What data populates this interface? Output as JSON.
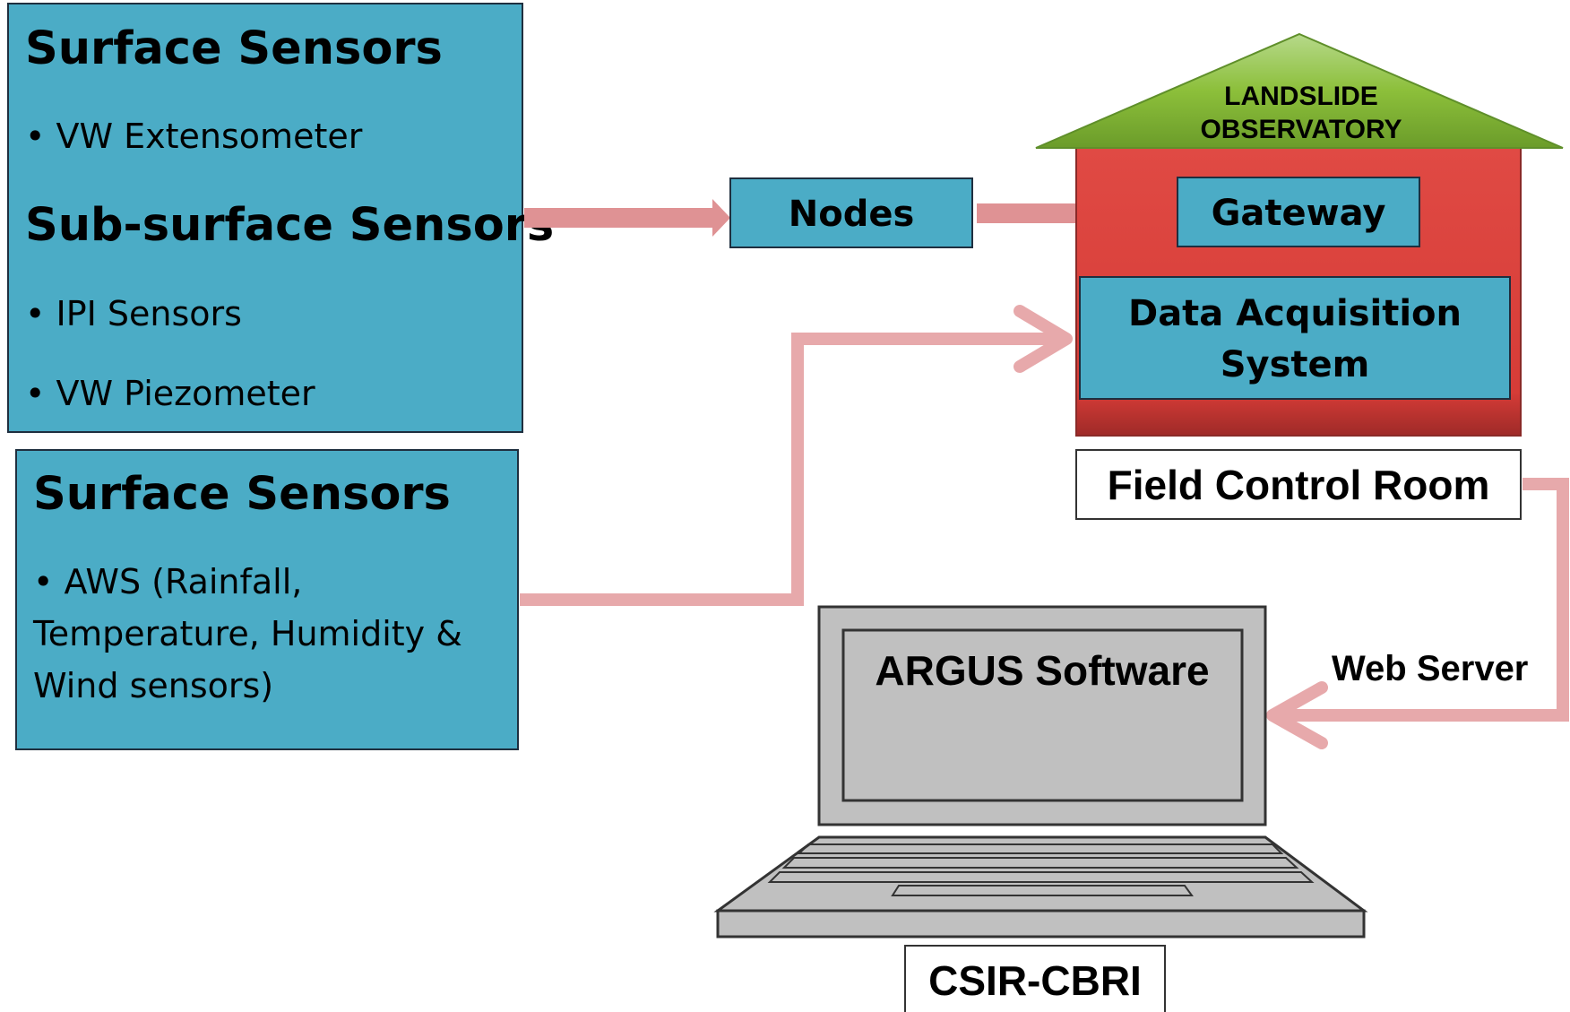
{
  "sensors_top": {
    "surface_title": "Surface Sensors",
    "surface_items": [
      "• VW Extensometer"
    ],
    "subsurface_title": "Sub-surface Sensors",
    "subsurface_items": [
      "• IPI Sensors",
      "• VW Piezometer"
    ]
  },
  "sensors_bottom": {
    "title": "Surface Sensors",
    "lines": [
      "• AWS (Rainfall,",
      "Temperature, Humidity &",
      "Wind sensors)"
    ]
  },
  "nodes": {
    "label": "Nodes"
  },
  "observatory": {
    "roof_line1": "LANDSLIDE",
    "roof_line2": "OBSERVATORY",
    "gateway": "Gateway",
    "daq_line1": "Data Acquisition",
    "daq_line2": "System",
    "caption": "Field Control Room"
  },
  "web_server": {
    "label": "Web Server"
  },
  "laptop": {
    "screen_label": "ARGUS Software",
    "caption": "CSIR-CBRI"
  },
  "colors": {
    "teal": "#4bacc6",
    "arrow_pink": "#e7a9ab",
    "house_red": "#d9403b",
    "roof_green": "#8cbf3a",
    "laptop_gray": "#c0c0c0"
  }
}
